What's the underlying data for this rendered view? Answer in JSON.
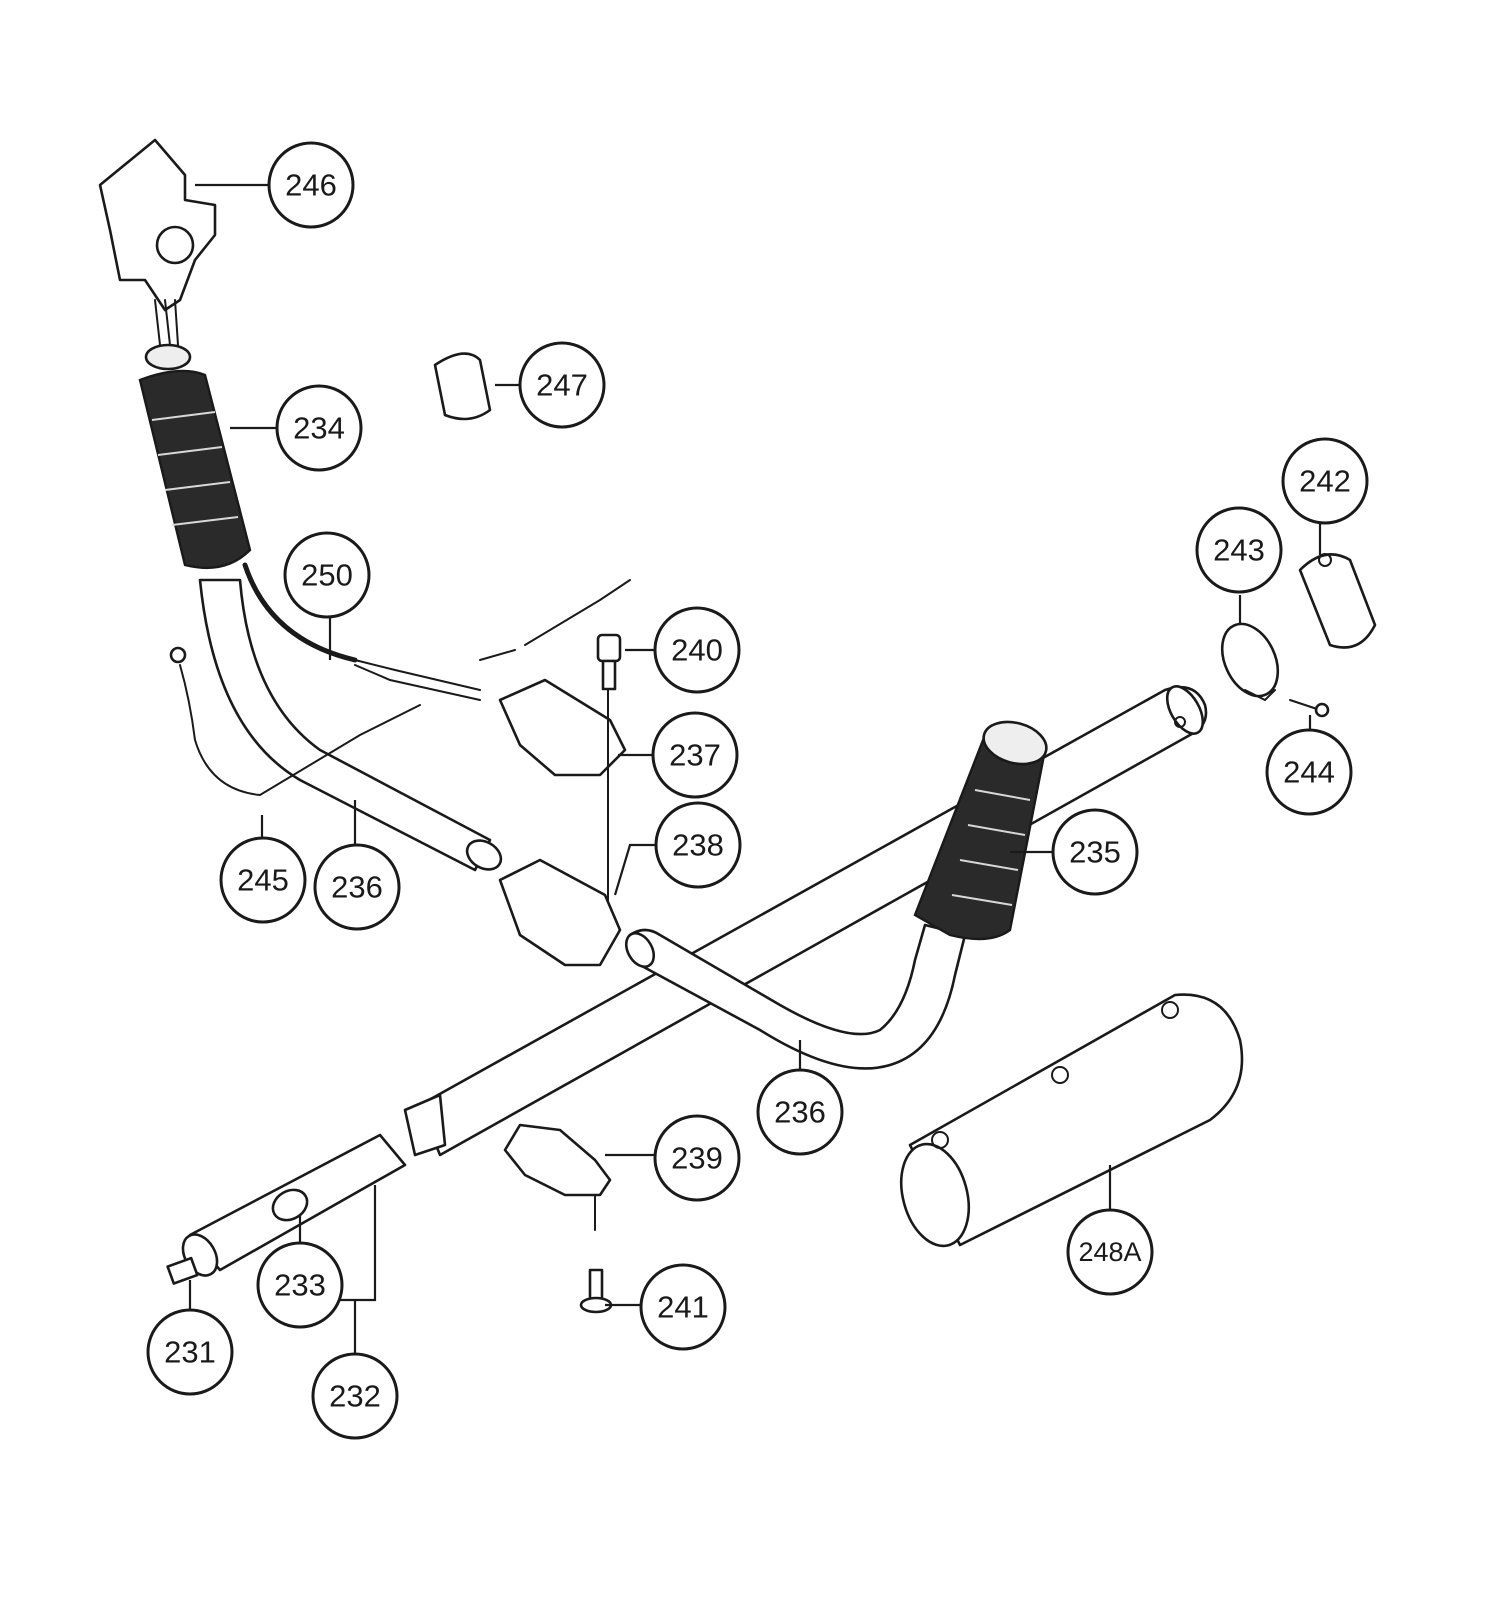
{
  "callouts": [
    {
      "id": "c246",
      "label": "246"
    },
    {
      "id": "c247",
      "label": "247"
    },
    {
      "id": "c234",
      "label": "234"
    },
    {
      "id": "c250",
      "label": "250"
    },
    {
      "id": "c240",
      "label": "240"
    },
    {
      "id": "c237",
      "label": "237"
    },
    {
      "id": "c238",
      "label": "238"
    },
    {
      "id": "c245",
      "label": "245"
    },
    {
      "id": "c236a",
      "label": "236"
    },
    {
      "id": "c235",
      "label": "235"
    },
    {
      "id": "c243",
      "label": "243"
    },
    {
      "id": "c242",
      "label": "242"
    },
    {
      "id": "c244",
      "label": "244"
    },
    {
      "id": "c236b",
      "label": "236"
    },
    {
      "id": "c239",
      "label": "239"
    },
    {
      "id": "c241",
      "label": "241"
    },
    {
      "id": "c233",
      "label": "233"
    },
    {
      "id": "c231",
      "label": "231"
    },
    {
      "id": "c232",
      "label": "232"
    },
    {
      "id": "c248A",
      "label": "248A"
    }
  ]
}
